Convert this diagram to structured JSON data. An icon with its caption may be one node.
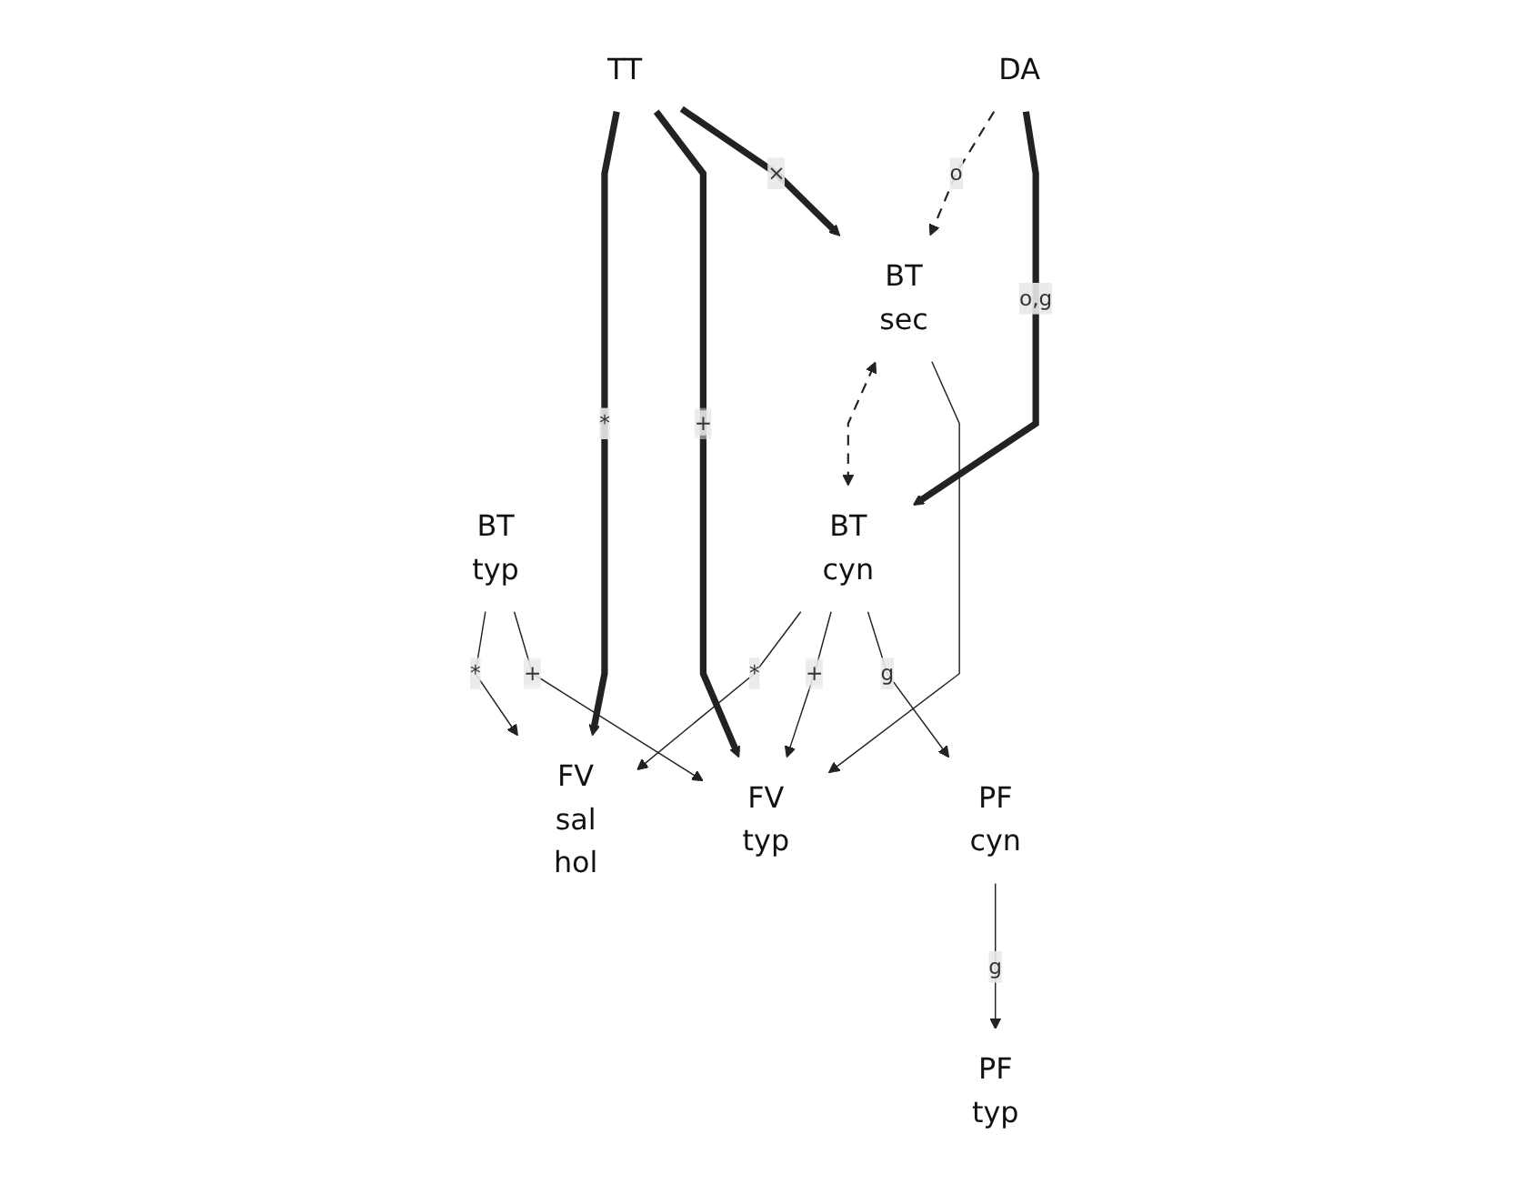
{
  "diagram": {
    "nodes": [
      {
        "text": [
          "TT"
        ]
      },
      {
        "text": [
          "DA"
        ]
      },
      {
        "text": [
          "BT typ"
        ]
      },
      {
        "text": [
          "BT sec"
        ]
      },
      {
        "text": [
          "BT cyn"
        ]
      },
      {
        "text": [
          "PF cyn"
        ]
      },
      {
        "text": [
          "FV sal hol"
        ]
      },
      {
        "text": [
          "FV typ"
        ]
      },
      {
        "text": [
          "PF typ"
        ]
      }
    ],
    "edges": [
      {
        "from": 0,
        "to": 6,
        "arrow": "to",
        "label": "*",
        "style": "thick"
      },
      {
        "from": 0,
        "to": 7,
        "arrow": "to",
        "label": "+",
        "style": "thick"
      },
      {
        "from": 0,
        "to": 3,
        "arrow": "to",
        "label": "×",
        "style": "thick"
      },
      {
        "from": 1,
        "to": 3,
        "arrow": "to",
        "label": "o",
        "style": "dashed"
      },
      {
        "from": 1,
        "to": 4,
        "arrow": "to",
        "label": "o,g",
        "style": "thick"
      },
      {
        "from": 3,
        "to": 4,
        "arrow": "both",
        "style": "dashed"
      },
      {
        "from": 2,
        "to": 6,
        "arrow": "to",
        "label": "*"
      },
      {
        "from": 2,
        "to": 7,
        "arrow": "to",
        "label": "+"
      },
      {
        "from": 3,
        "to": 7,
        "arrow": "to"
      },
      {
        "from": 4,
        "to": 6,
        "arrow": "to",
        "label": "*"
      },
      {
        "from": 4,
        "to": 7,
        "arrow": "to",
        "label": "+"
      },
      {
        "from": 4,
        "to": 5,
        "arrow": "to",
        "label": "g"
      },
      {
        "from": 5,
        "to": 8,
        "arrow": "to",
        "label": "g"
      }
    ]
  }
}
